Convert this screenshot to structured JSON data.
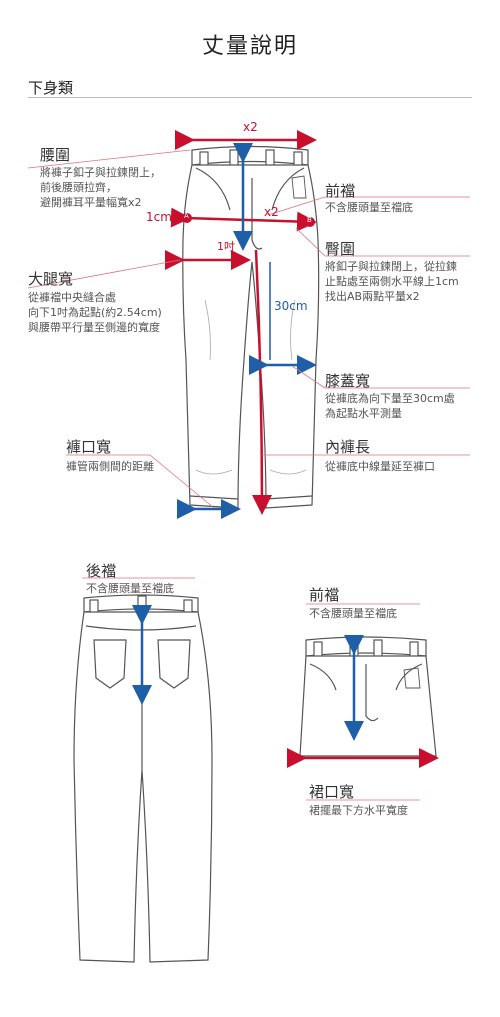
{
  "title": "丈量說明",
  "section": "下身類",
  "waist": {
    "label": "腰圍",
    "desc": [
      "將褲子釦子與拉鍊閉上，",
      "前後腰頭拉齊，",
      "避開褲耳平量幅寬x2"
    ]
  },
  "front_rise_top": {
    "label": "前襠",
    "desc": [
      "不含腰頭量至襠底"
    ]
  },
  "hip": {
    "label": "臀圍",
    "desc": [
      "將釦子與拉鍊閉上，從拉鍊",
      "止點處至兩側水平線上1cm",
      "找出AB兩點平量x2"
    ]
  },
  "thigh": {
    "label": "大腿寬",
    "desc": [
      "從褲襠中央縫合處",
      "向下1吋為起點(約2.54cm)",
      "與腰帶平行量至側邊的寬度"
    ]
  },
  "knee": {
    "label": "膝蓋寬",
    "desc": [
      "從褲底為向下量至30cm處",
      "為起點水平測量"
    ]
  },
  "hem": {
    "label": "褲口寬",
    "desc": [
      "褲管兩側間的距離"
    ]
  },
  "inseam": {
    "label": "內褲長",
    "desc": [
      "從褲底中線量延至褲口"
    ]
  },
  "back_rise": {
    "label": "後襠",
    "desc": [
      "不含腰頭量至襠底"
    ]
  },
  "front_rise_bottom": {
    "label": "前襠",
    "desc": [
      "不含腰頭量至襠底"
    ]
  },
  "skirt_hem": {
    "label": "裙口寬",
    "desc": [
      "裙擺最下方水平寬度"
    ]
  },
  "marks": {
    "x2_top": "x2",
    "x2_hip": "x2",
    "cm1": "1cm",
    "inch1": "1吋",
    "cm30": "30cm",
    "point_a": "A",
    "point_b": "B"
  },
  "colors": {
    "red": "#c8102e",
    "blue": "#1f5fa8",
    "line": "#555555",
    "leader": "#e07080"
  }
}
